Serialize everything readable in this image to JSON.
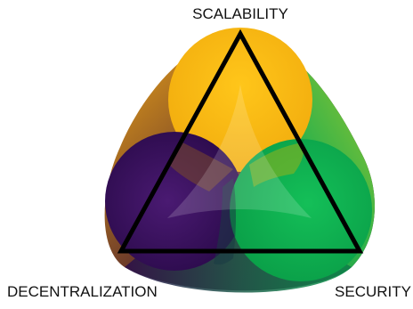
{
  "vertex_labels": {
    "top": "SCALABILITY",
    "bottom_left": "DECENTRALIZATION",
    "bottom_right": "SECURITY"
  },
  "colors": {
    "scalability": "#f6b912",
    "decentralization": "#3a1360",
    "security": "#0fb04f",
    "triangle_outline": "#000000",
    "background": "#ffffff"
  }
}
